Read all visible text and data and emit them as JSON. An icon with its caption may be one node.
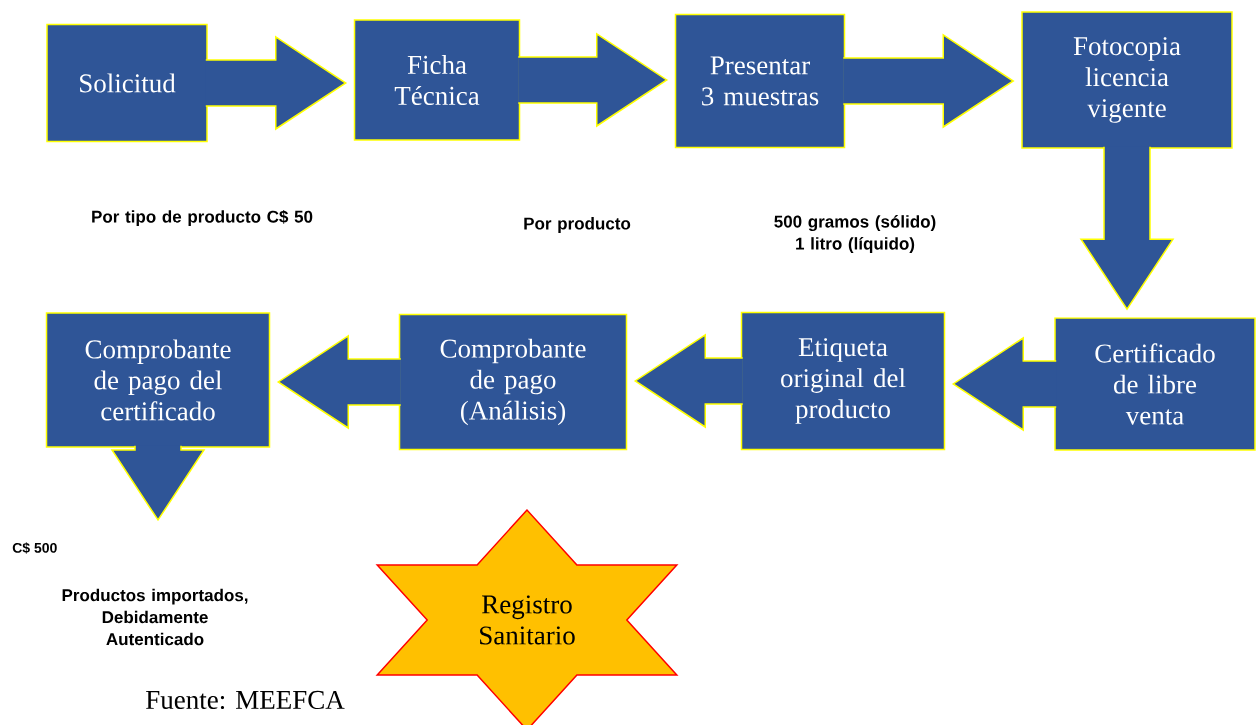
{
  "diagram": {
    "caption": "Fuente: MEEFCA",
    "nodes": [
      {
        "text": [
          "Solicitud"
        ]
      },
      {
        "text": [
          "Ficha Técnica"
        ]
      },
      {
        "text": [
          "Presentar 3 muestras"
        ]
      },
      {
        "text": [
          "Fotocopia licencia vigente"
        ]
      },
      {
        "text": [
          "Comprobante de pago del certificado"
        ]
      },
      {
        "text": [
          "Comprobante de pago (Análisis)"
        ]
      },
      {
        "text": [
          "Etiqueta original del producto"
        ]
      },
      {
        "text": [
          "Certificado de libre venta"
        ]
      },
      {
        "text": [
          "Registro Sanitario"
        ]
      }
    ],
    "edges": [
      {
        "from": 0,
        "to": 1,
        "arrow": "to"
      },
      {
        "from": 1,
        "to": 2,
        "arrow": "to"
      },
      {
        "from": 2,
        "to": 3,
        "arrow": "to"
      },
      {
        "from": 3,
        "to": 7,
        "arrow": "to"
      },
      {
        "from": 7,
        "to": 6,
        "arrow": "to"
      },
      {
        "from": 6,
        "to": 5,
        "arrow": "to"
      },
      {
        "from": 5,
        "to": 4,
        "arrow": "to"
      },
      {
        "from": 4,
        "to": null,
        "arrow": "to"
      }
    ],
    "labels": [
      "Por tipo de producto C$ 50",
      "Por producto",
      "500 gramos (sólido) 1 litro (líquido)",
      "C$ 500",
      "Productos importados, Debidamente Autenticado"
    ]
  }
}
